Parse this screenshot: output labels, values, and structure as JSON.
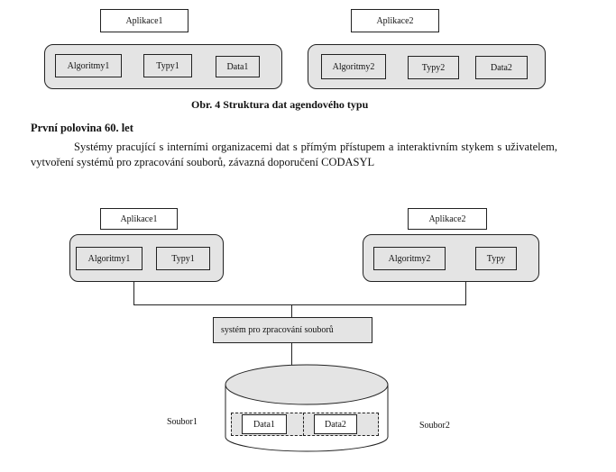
{
  "figure1": {
    "app1": "Aplikace1",
    "app2": "Aplikace2",
    "group1": [
      "Algoritmy1",
      "Typy1",
      "Data1"
    ],
    "group2": [
      "Algoritmy2",
      "Typy2",
      "Data2"
    ],
    "caption": "Obr. 4   Struktura dat agendového typu"
  },
  "section": {
    "heading": "První polovina 60. let",
    "paragraph": "Systémy pracující s interními organizacemi dat s přímým přístupem a interaktivním stykem s uživatelem, vytvoření systémů pro zpracování souborů, závazná doporučení CODASYL"
  },
  "figure2": {
    "app1": "Aplikace1",
    "app2": "Aplikace2",
    "group1": [
      "Algoritmy1",
      "Typy1"
    ],
    "group2": [
      "Algoritmy2",
      "Typy"
    ],
    "system": "systém pro zpracování souborů",
    "file1_label": "Soubor1",
    "file2_label": "Soubor2",
    "data1": "Data1",
    "data2": "Data2"
  }
}
